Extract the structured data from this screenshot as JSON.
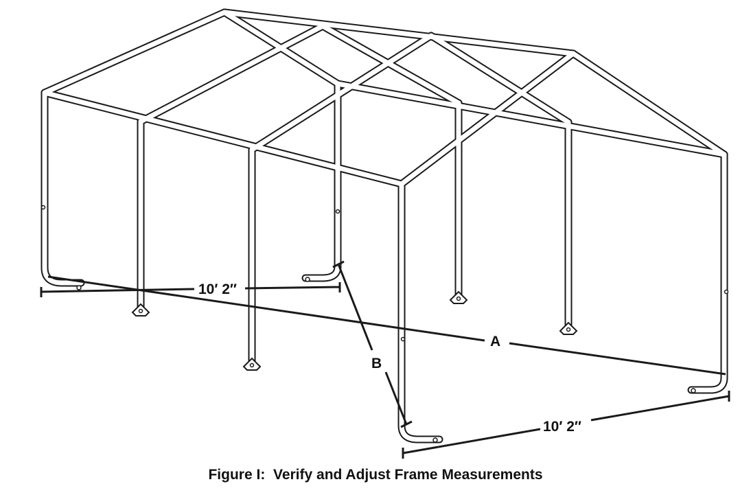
{
  "figure": {
    "caption": "Figure I:  Verify and Adjust Frame Measurements",
    "labels": {
      "width_back": "10′ 2″",
      "width_front": "10′ 2″",
      "diagonal_a": "A",
      "diagonal_b": "B"
    }
  }
}
